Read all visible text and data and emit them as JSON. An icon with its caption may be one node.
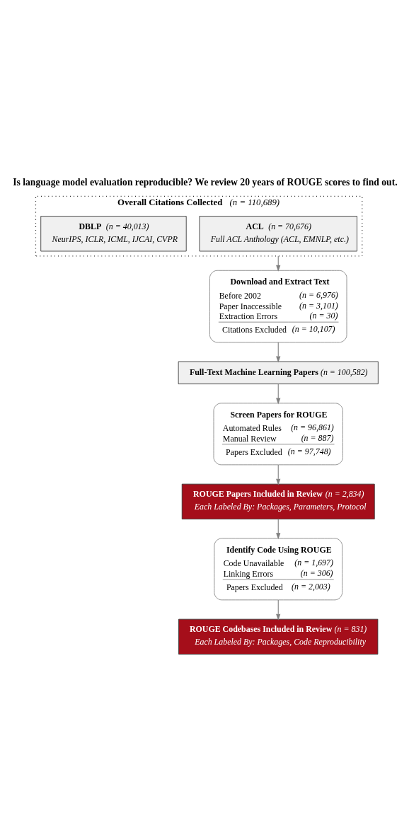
{
  "diagram": {
    "title": "Is language model evaluation reproducible? We review 20 years of ROUGE scores to find out.",
    "nodes": [
      {
        "text": [
          "Overall Citations Collected",
          "(n = 110,689)"
        ]
      },
      {
        "text": [
          "ACL",
          "(n = 70,676)",
          "Full ACL Anthology (ACL, EMNLP, etc.)"
        ],
        "in": 0
      },
      {
        "text": [
          "DBLP",
          "(n = 40,013)",
          "NeurIPS, ICLR, ICML, IJCAI, CVPR"
        ],
        "in": 0
      },
      {
        "text": [
          "Download and Extract Text",
          "Before 2002",
          "(n = 6,976)",
          "Paper Inaccessible",
          "(n = 3,101)",
          "Extraction Errors",
          "(n = 30)",
          "Citations Excluded",
          "(n = 10,107)"
        ]
      },
      {
        "text": [
          "Full-Text Machine Learning Papers",
          "(n = 100,582)"
        ]
      },
      {
        "text": [
          "Screen Papers for ROUGE",
          "Automated Rules",
          "(n = 96,861)",
          "Manual Review",
          "(n = 887)",
          "Papers Excluded",
          "(n = 97,748)"
        ]
      },
      {
        "text": [
          "ROUGE Papers Included in Review",
          "(n = 2,834)",
          "Each Labeled By: Packages, Parameters, Protocol"
        ]
      },
      {
        "text": [
          "Identify Code Using ROUGE",
          "Code Unavailable",
          "(n = 1,697)",
          "Linking Errors",
          "(n = 306)",
          "Papers Excluded",
          "(n = 2,003)"
        ]
      },
      {
        "text": [
          "ROUGE Codebases Included in Review",
          "(n = 831)",
          "Each Labeled By: Packages, Code Reproducibility"
        ]
      }
    ],
    "edges": [
      {
        "from": 0,
        "to": 3,
        "arrow": "to"
      },
      {
        "from": 3,
        "to": 4,
        "arrow": "to"
      },
      {
        "from": 4,
        "to": 5,
        "arrow": "to"
      },
      {
        "from": 5,
        "to": 6,
        "arrow": "to"
      },
      {
        "from": 6,
        "to": 7,
        "arrow": "to"
      },
      {
        "from": 7,
        "to": 8,
        "arrow": "to"
      }
    ]
  }
}
